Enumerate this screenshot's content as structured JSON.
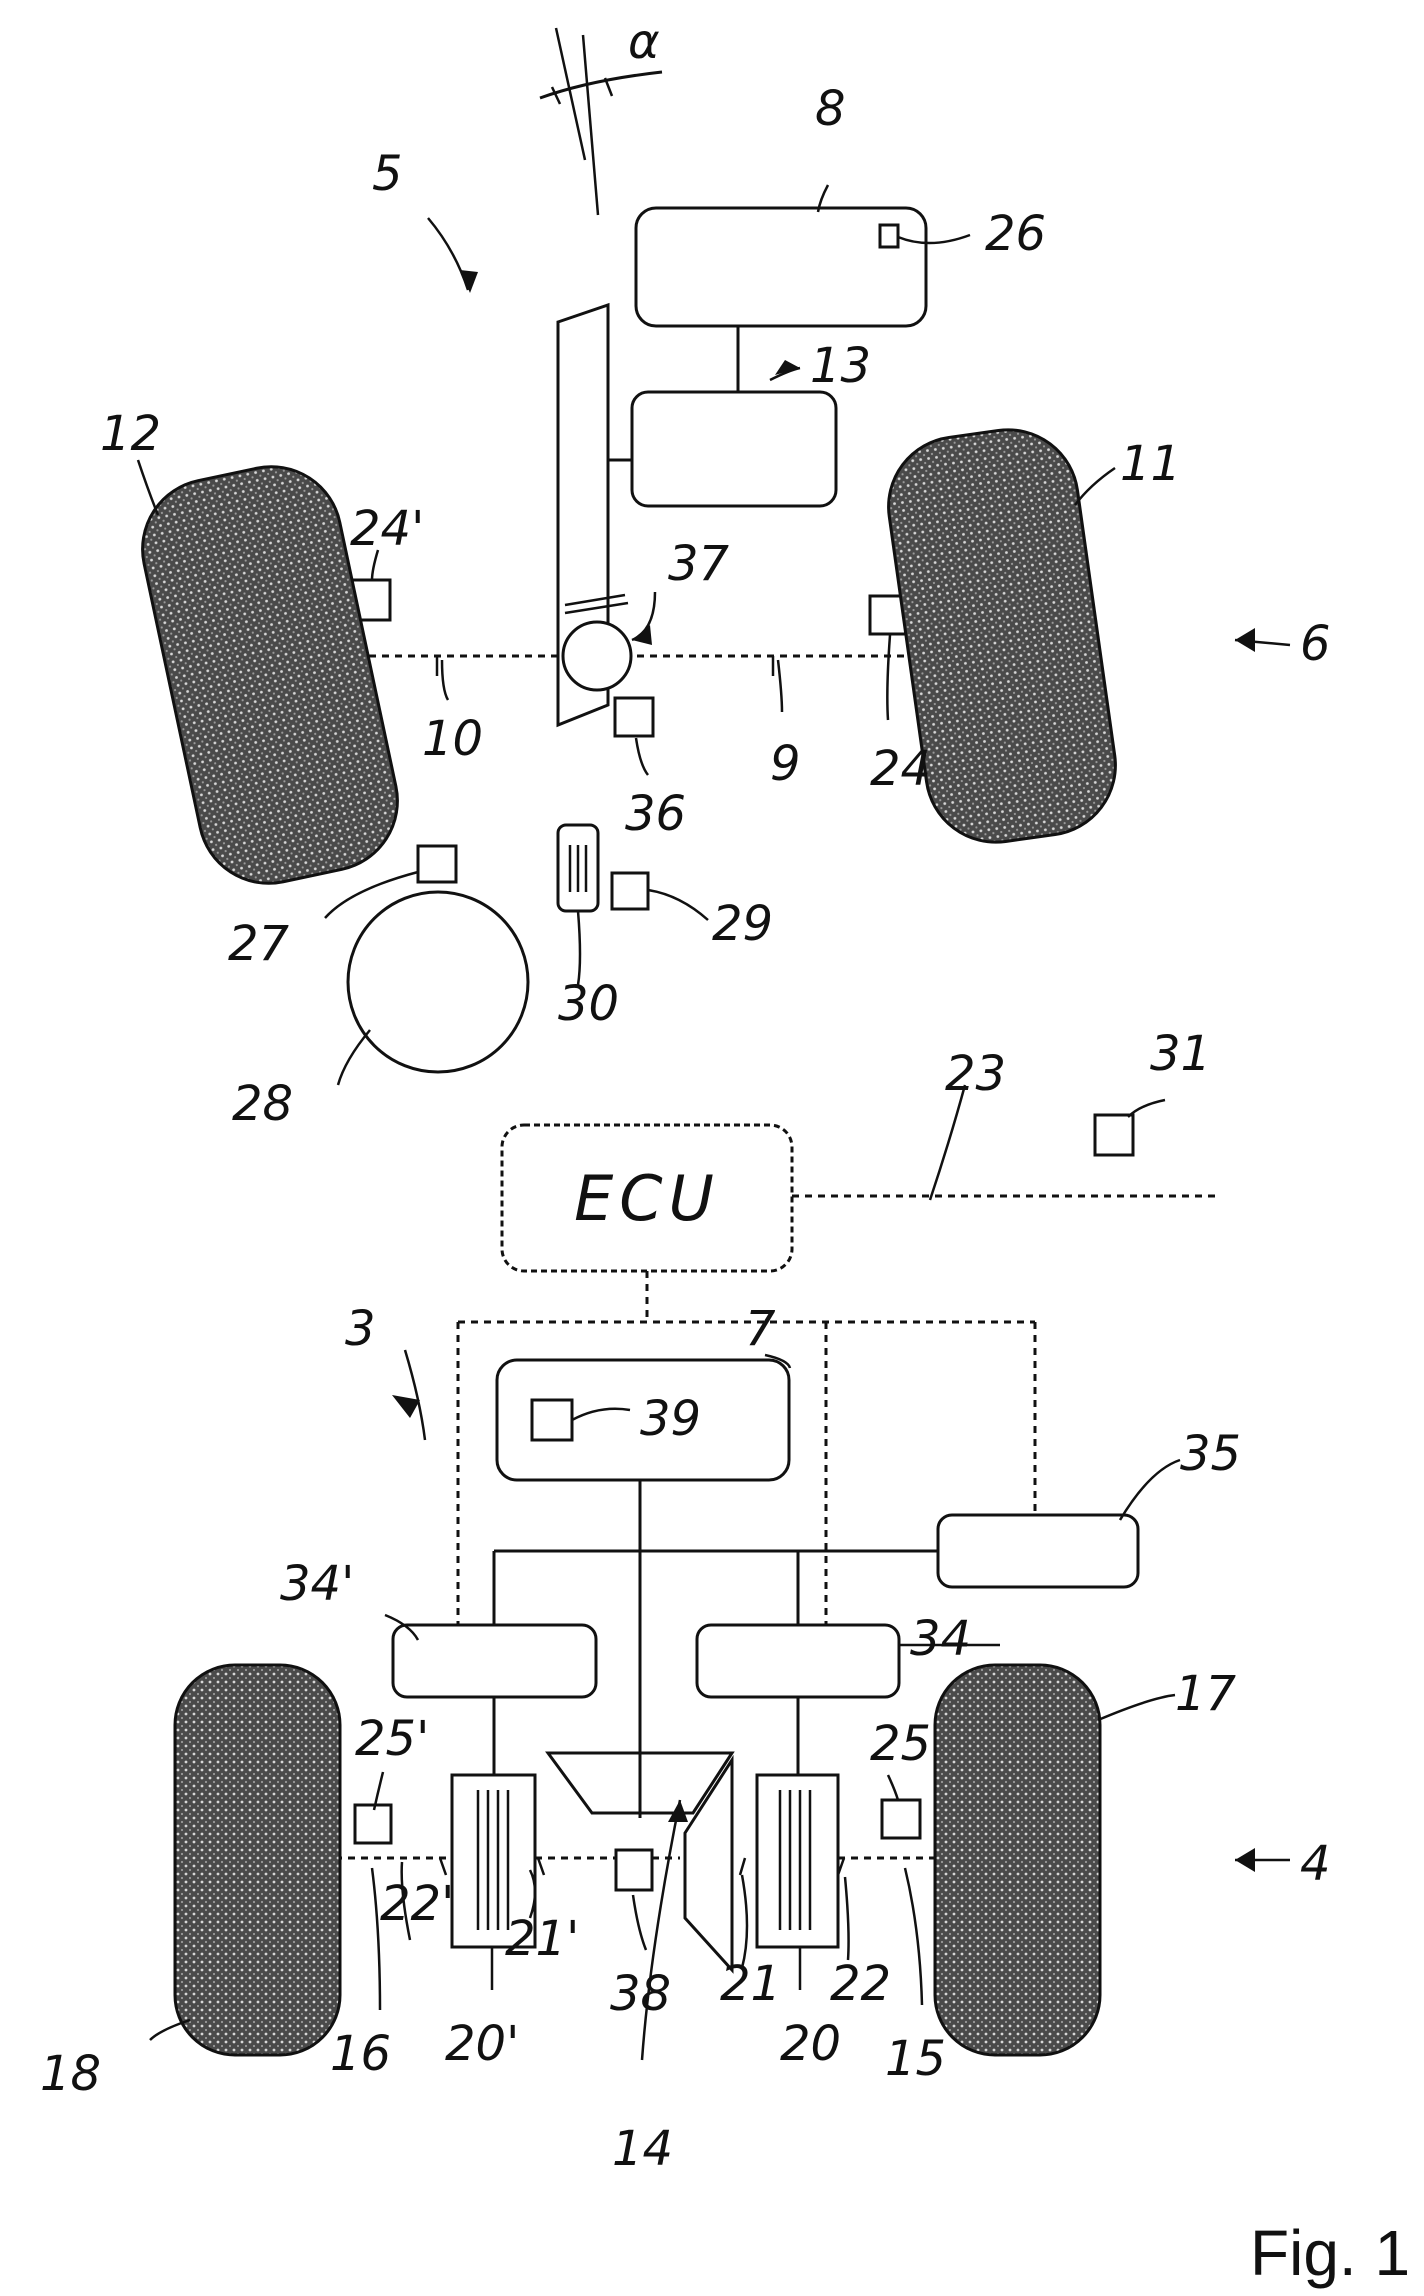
{
  "figure_label": "Fig. 1",
  "ecu_label": "ECU",
  "angle_symbol": "α",
  "refs": {
    "r3": "3",
    "r4": "4",
    "r5": "5",
    "r6": "6",
    "r7": "7",
    "r8": "8",
    "r9": "9",
    "r10": "10",
    "r11": "11",
    "r12": "12",
    "r13": "13",
    "r14": "14",
    "r15": "15",
    "r16": "16",
    "r17": "17",
    "r18": "18",
    "r20": "20",
    "r20p": "20'",
    "r21": "21",
    "r21p": "21'",
    "r22": "22",
    "r22p": "22'",
    "r23": "23",
    "r24": "24",
    "r24p": "24'",
    "r25": "25",
    "r25p": "25'",
    "r26": "26",
    "r27": "27",
    "r28": "28",
    "r29": "29",
    "r30": "30",
    "r31": "31",
    "r34": "34",
    "r34p": "34'",
    "r35": "35",
    "r36": "36",
    "r37": "37",
    "r38": "38",
    "r39": "39"
  }
}
